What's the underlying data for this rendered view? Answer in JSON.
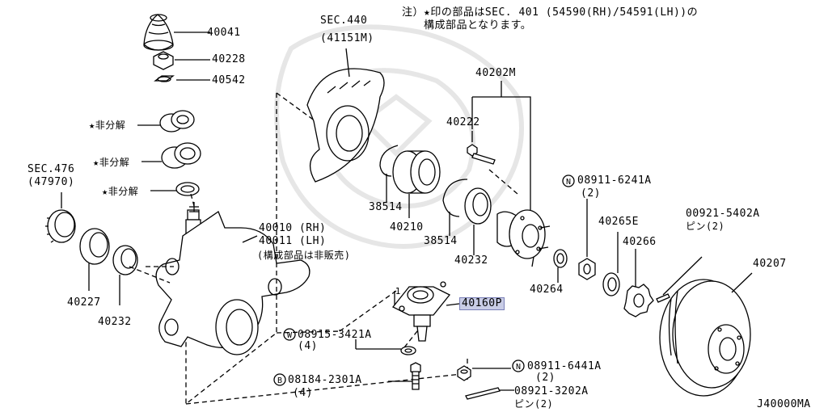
{
  "note": {
    "line1": "注）★印の部品はSEC. 401 (54590(RH)/54591(LH))の",
    "line2": "構成部品となります。"
  },
  "labels": {
    "p40041": "40041",
    "p40228": "40228",
    "p40542": "40542",
    "star1": "★非分解",
    "star2": "★非分解",
    "star3": "★非分解",
    "sec476": "SEC.476",
    "sec476sub": "(47970)",
    "p40227": "40227",
    "p40232a": "40232",
    "sec440": "SEC.440",
    "sec440sub": "(41151M)",
    "p40202m": "40202M",
    "p40222": "40222",
    "p38514a": "38514",
    "p40210": "40210",
    "p38514b": "38514",
    "p40232b": "40232",
    "p40010": "40010 (RH)",
    "p40011": "40011 (LH)",
    "p40011sub": "(構成部品は非販売)",
    "n08911a": "08911-6241A",
    "n08911a_qty": "(2)",
    "p40265e": "40265E",
    "p40266": "40266",
    "p00921a": "00921-5402A",
    "p00921a_sub": "ピン(2)",
    "p40207": "40207",
    "p40264": "40264",
    "p40160p": "40160P",
    "w08915": "08915-3421A",
    "w08915_qty": "(4)",
    "b08184": "08184-2301A",
    "b08184_qty": "(4)",
    "n08911b": "08911-6441A",
    "n08911b_qty": "(2)",
    "p08921b": "08921-3202A",
    "p08921b_sub": "ピン(2)",
    "code": "J40000MA",
    "mark_n": "N",
    "mark_w": "W",
    "mark_b": "B",
    "leader_1": "1"
  },
  "colors": {
    "line": "#000000",
    "highlight_fill": "#c9cde6",
    "highlight_border": "#7a80b8",
    "watermark": "#e4e4e4"
  }
}
